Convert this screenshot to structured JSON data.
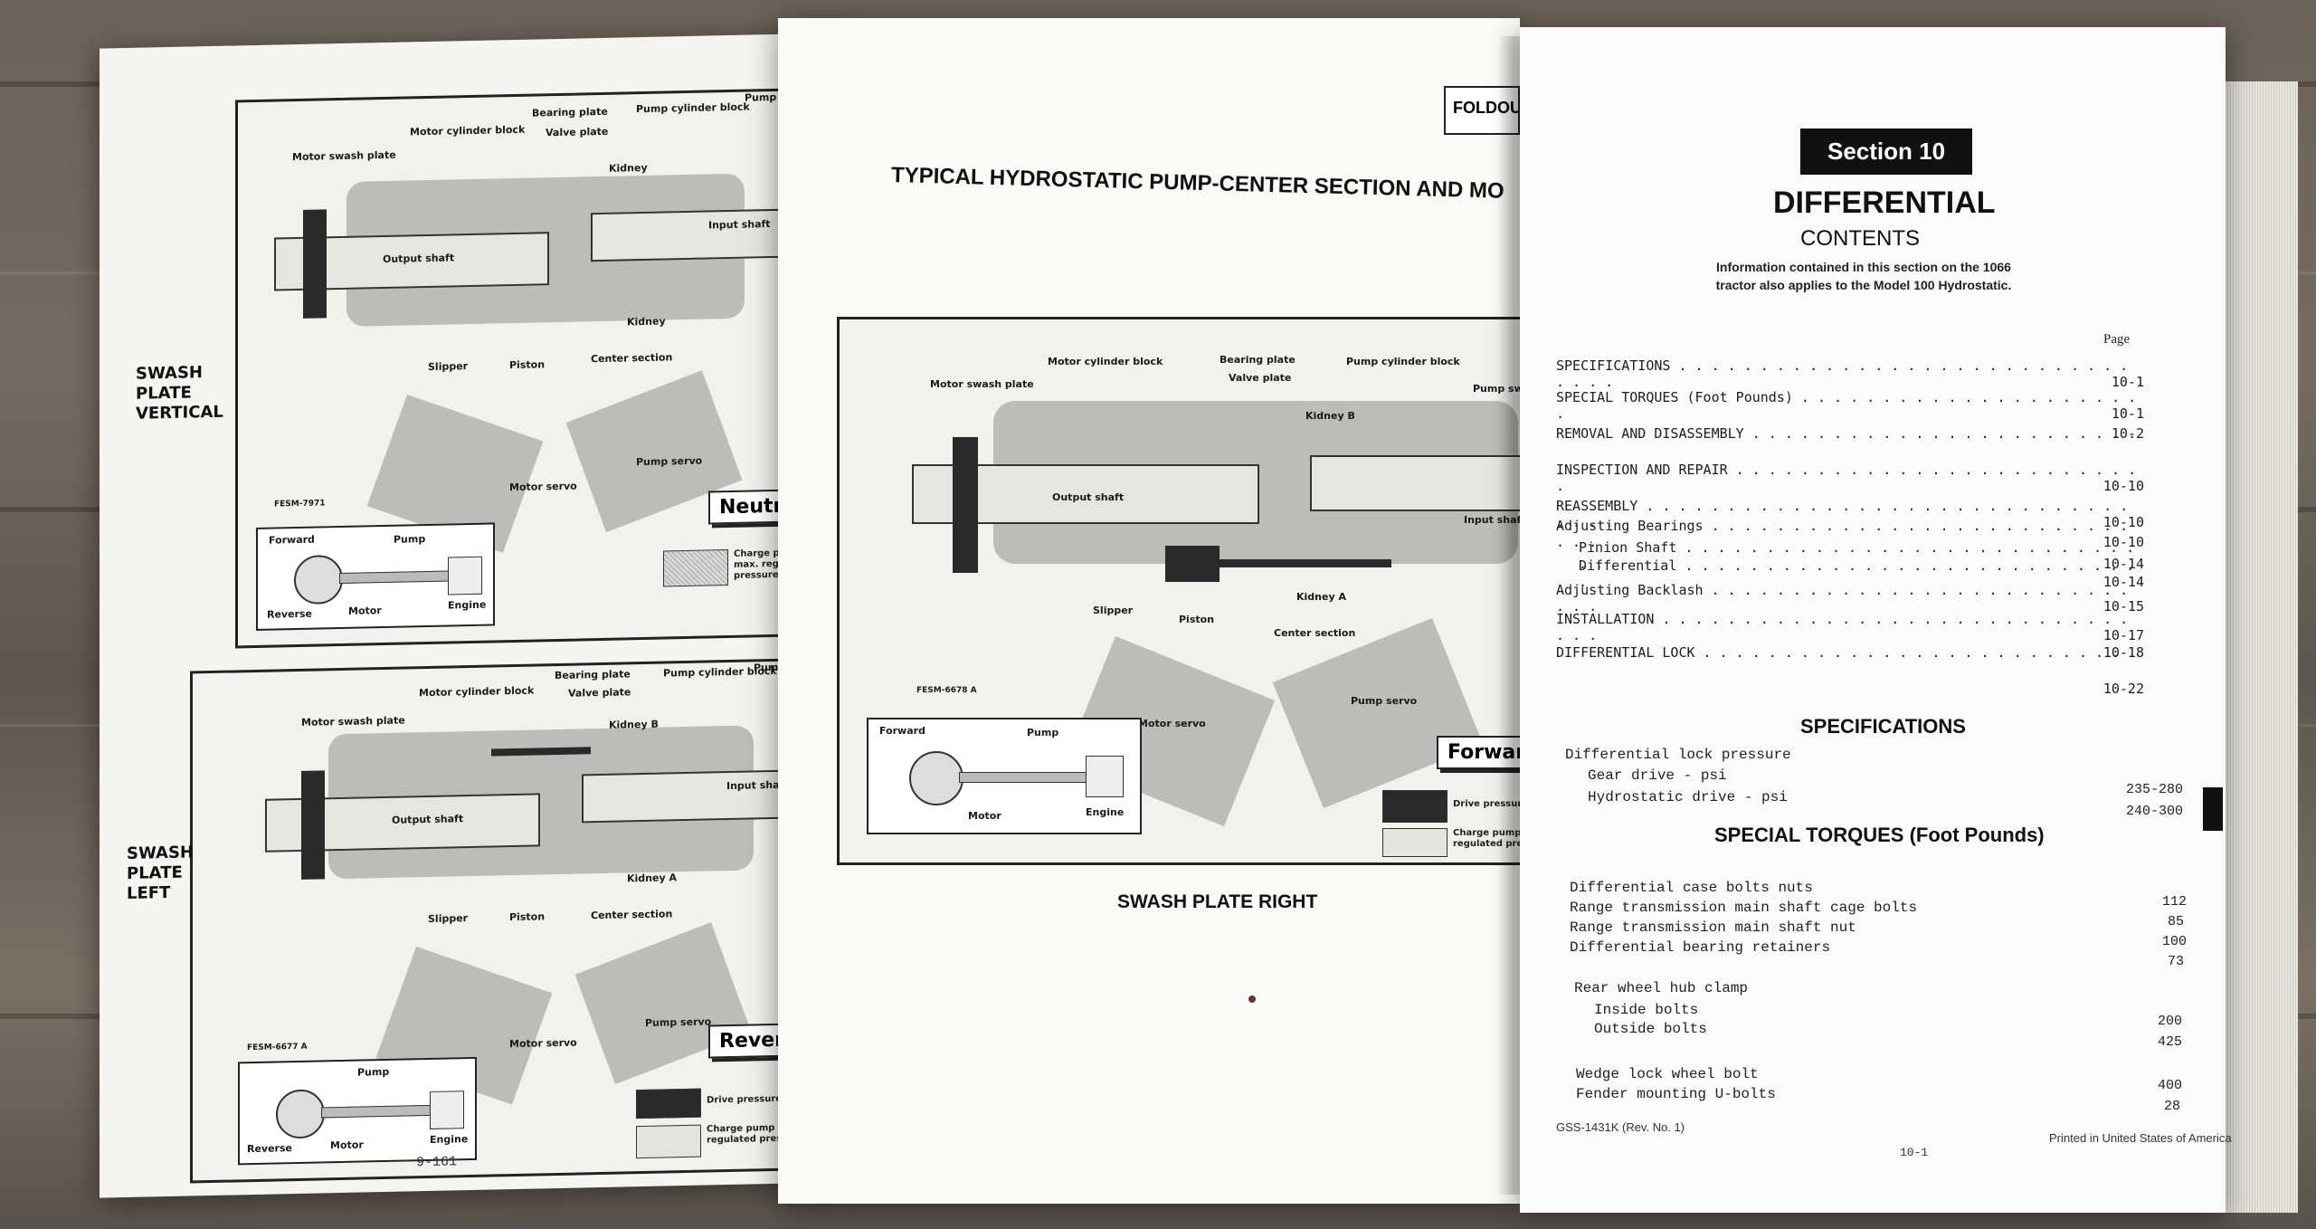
{
  "left_page": {
    "top_diagram": {
      "side_label": "SWASH\nPLATE\nVERTICAL",
      "labels": {
        "motor_swash_plate": "Motor swash plate",
        "motor_cylinder_block": "Motor cylinder block",
        "bearing_plate": "Bearing plate",
        "valve_plate": "Valve plate",
        "pump_cylinder_block": "Pump cylinder block",
        "pump_swash_plate": "Pump swash plate",
        "kidney": "Kidney",
        "input_shaft": "Input shaft",
        "output_shaft": "Output shaft",
        "slipper": "Slipper",
        "piston": "Piston",
        "center_section": "Center section",
        "kidney2": "Kidney",
        "motor_servo": "Motor servo",
        "pump_servo": "Pump servo",
        "fig_id": "FESM-7971"
      },
      "badge": "Neutral",
      "inset": {
        "forward": "Forward",
        "pump": "Pump",
        "motor": "Motor",
        "engine": "Engine",
        "reverse": "Reverse"
      },
      "legend": "Charge pump max. regulated pressure"
    },
    "bottom_diagram": {
      "side_label": "SWASH\nPLATE\nLEFT",
      "labels": {
        "motor_swash_plate": "Motor swash plate",
        "motor_cylinder_block": "Motor cylinder block",
        "bearing_plate": "Bearing plate",
        "valve_plate": "Valve plate",
        "pump_cylinder_block": "Pump cylinder block",
        "pump_swash_plate": "Pump swash plate",
        "kidney_b": "Kidney B",
        "input_shaft": "Input shaft",
        "output_shaft": "Output shaft",
        "slipper": "Slipper",
        "piston": "Piston",
        "center_section": "Center section",
        "kidney_a": "Kidney A",
        "motor_servo": "Motor servo",
        "pump_servo": "Pump servo",
        "fig_id": "FESM-6677 A"
      },
      "badge": "Reverse",
      "inset": {
        "pump": "Pump",
        "motor": "Motor",
        "engine": "Engine",
        "reverse": "Reverse"
      },
      "legend_drive": "Drive pressure",
      "legend_charge": "Charge pump min. regulated pressure"
    },
    "page_number": "9-161"
  },
  "middle_page": {
    "foldout_tab": "FOLDOU",
    "title": "TYPICAL HYDROSTATIC PUMP-CENTER SECTION AND MO",
    "labels": {
      "motor_swash_plate": "Motor swash plate",
      "motor_cylinder_block": "Motor cylinder block",
      "bearing_plate": "Bearing plate",
      "valve_plate": "Valve plate",
      "pump_cylinder_block": "Pump cylinder block",
      "pump_swash_plate": "Pump swash plate",
      "kidney_b": "Kidney B",
      "output_shaft": "Output shaft",
      "input_shaft": "Input shaft",
      "slipper": "Slipper",
      "piston": "Piston",
      "kidney_a": "Kidney A",
      "center_section": "Center section",
      "motor_servo": "Motor servo",
      "pump_servo": "Pump servo",
      "fig_id": "FESM-6678 A"
    },
    "inset": {
      "forward": "Forward",
      "pump": "Pump",
      "motor": "Motor",
      "engine": "Engine"
    },
    "badge": "Forward",
    "legend_drive": "Drive pressure",
    "legend_charge": "Charge pump min. regulated pressu",
    "caption": "SWASH PLATE RIGHT"
  },
  "right_page": {
    "section": "Section 10",
    "title": "DIFFERENTIAL",
    "contents": "CONTENTS",
    "intro": "Information contained in this section on the 1066 tractor also applies to the Model 100 Hydrostatic.",
    "page_header": "Page",
    "toc": [
      {
        "label": "SPECIFICATIONS",
        "page": "10-1"
      },
      {
        "label": "SPECIAL TORQUES (Foot Pounds)",
        "page": "10-1"
      },
      {
        "label": "REMOVAL AND DISASSEMBLY",
        "page": "10-2"
      },
      {
        "label": "INSPECTION AND REPAIR",
        "page": "10-10"
      },
      {
        "label": "REASSEMBLY",
        "page": "10-10"
      },
      {
        "label": "Adjusting Bearings",
        "page": "10-10"
      },
      {
        "label": "Pinion Shaft",
        "page": "10-14"
      },
      {
        "label": "Differential",
        "page": "10-14"
      },
      {
        "label": "Adjusting Backlash",
        "page": "10-15"
      },
      {
        "label": "INSTALLATION",
        "page": "10-17"
      },
      {
        "label": "DIFFERENTIAL LOCK",
        "page": "10-18"
      },
      {
        "label": "",
        "page": "10-22"
      }
    ],
    "spec_heading": "SPECIFICATIONS",
    "specs": {
      "lock_pressure": "Differential lock pressure",
      "gear_drive": "Gear drive - psi",
      "gear_drive_val": "235-280",
      "hydro_drive": "Hydrostatic drive - psi",
      "hydro_drive_val": "240-300"
    },
    "torque_heading": "SPECIAL TORQUES (Foot Pounds)",
    "torques": [
      {
        "label": "Differential case bolts nuts",
        "value": "112"
      },
      {
        "label": "Range transmission main shaft cage bolts",
        "value": "85"
      },
      {
        "label": "Range transmission main shaft nut",
        "value": "100"
      },
      {
        "label": "Differential bearing retainers",
        "value": "73"
      }
    ],
    "hub_clamp": "Rear wheel hub clamp",
    "inside_bolts": "Inside bolts",
    "inside_val": "200",
    "outside_bolts": "Outside bolts",
    "outside_val": "425",
    "wedge": "Wedge lock wheel bolt",
    "wedge_val": "400",
    "fender": "Fender mounting U-bolts",
    "fender_val": "28",
    "footer_left": "GSS-1431K (Rev. No. 1)",
    "footer_center": "10-1",
    "footer_right": "Printed in United States of America"
  }
}
